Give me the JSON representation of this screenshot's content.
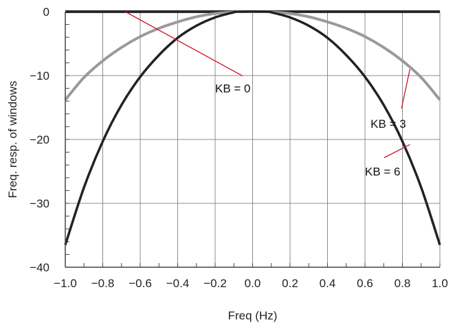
{
  "chart_data": {
    "type": "line",
    "title": "",
    "xlabel": "Freq (Hz)",
    "ylabel": "Freq. resp. of windows",
    "xlim": [
      -1.0,
      1.0
    ],
    "ylim": [
      -40,
      0
    ],
    "grid": true,
    "x_ticks": [
      -1.0,
      -0.8,
      -0.6,
      -0.4,
      -0.2,
      0.0,
      0.2,
      0.4,
      0.6,
      0.8,
      1.0
    ],
    "x_tick_labels": [
      "−1.0",
      "−0.8",
      "−0.6",
      "−0.4",
      "−0.2",
      "0.0",
      "0.2",
      "0.4",
      "0.6",
      "0.8",
      "1.0"
    ],
    "y_ticks": [
      0,
      -10,
      -20,
      -30,
      -40
    ],
    "y_tick_labels": [
      "0",
      "−10",
      "−20",
      "−30",
      "−40"
    ],
    "colors": {
      "kb0": "#2a2a2a",
      "kb3": "#9a9a9a",
      "kb6": "#222222",
      "pointer": "#d0102a",
      "grid": "#8c8c8c"
    },
    "series": [
      {
        "name": "KB = 0",
        "x": [
          -1.0,
          -0.8,
          -0.6,
          -0.4,
          -0.2,
          0.0,
          0.2,
          0.4,
          0.6,
          0.8,
          1.0
        ],
        "values": [
          0,
          0,
          0,
          0,
          0,
          0,
          0,
          0,
          0,
          0,
          0
        ]
      },
      {
        "name": "KB = 3",
        "x": [
          -1.0,
          -0.9,
          -0.8,
          -0.7,
          -0.6,
          -0.5,
          -0.4,
          -0.3,
          -0.2,
          -0.1,
          -0.08,
          0.08,
          0.1,
          0.2,
          0.3,
          0.4,
          0.5,
          0.6,
          0.7,
          0.8,
          0.9,
          1.0
        ],
        "values": [
          -13.8,
          -10.3,
          -7.7,
          -5.6,
          -3.9,
          -2.6,
          -1.6,
          -0.8,
          -0.3,
          -0.05,
          0,
          0,
          -0.05,
          -0.3,
          -0.8,
          -1.6,
          -2.6,
          -3.9,
          -5.6,
          -7.7,
          -10.3,
          -13.8
        ]
      },
      {
        "name": "KB = 6",
        "x": [
          -1.0,
          -0.9,
          -0.8,
          -0.7,
          -0.6,
          -0.5,
          -0.4,
          -0.3,
          -0.2,
          -0.1,
          -0.08,
          0.08,
          0.1,
          0.2,
          0.3,
          0.4,
          0.5,
          0.6,
          0.7,
          0.8,
          0.9,
          1.0
        ],
        "values": [
          -36.5,
          -27.5,
          -20.3,
          -14.6,
          -10.2,
          -6.8,
          -4.1,
          -2.2,
          -0.9,
          -0.1,
          0,
          0,
          -0.1,
          -0.9,
          -2.2,
          -4.1,
          -6.8,
          -10.2,
          -14.6,
          -20.3,
          -27.5,
          -36.5
        ]
      }
    ],
    "annotations": [
      {
        "text": "KB = 0",
        "series": "KB = 0",
        "point": [
          -0.68,
          0
        ],
        "label_at": [
          -0.2,
          -12
        ]
      },
      {
        "text": "KB = 3",
        "series": "KB = 3",
        "point": [
          0.84,
          -9
        ],
        "label_at": [
          0.63,
          -17.5
        ]
      },
      {
        "text": "KB = 6",
        "series": "KB = 6",
        "point": [
          0.84,
          -20.8
        ],
        "label_at": [
          0.6,
          -25
        ]
      }
    ]
  }
}
